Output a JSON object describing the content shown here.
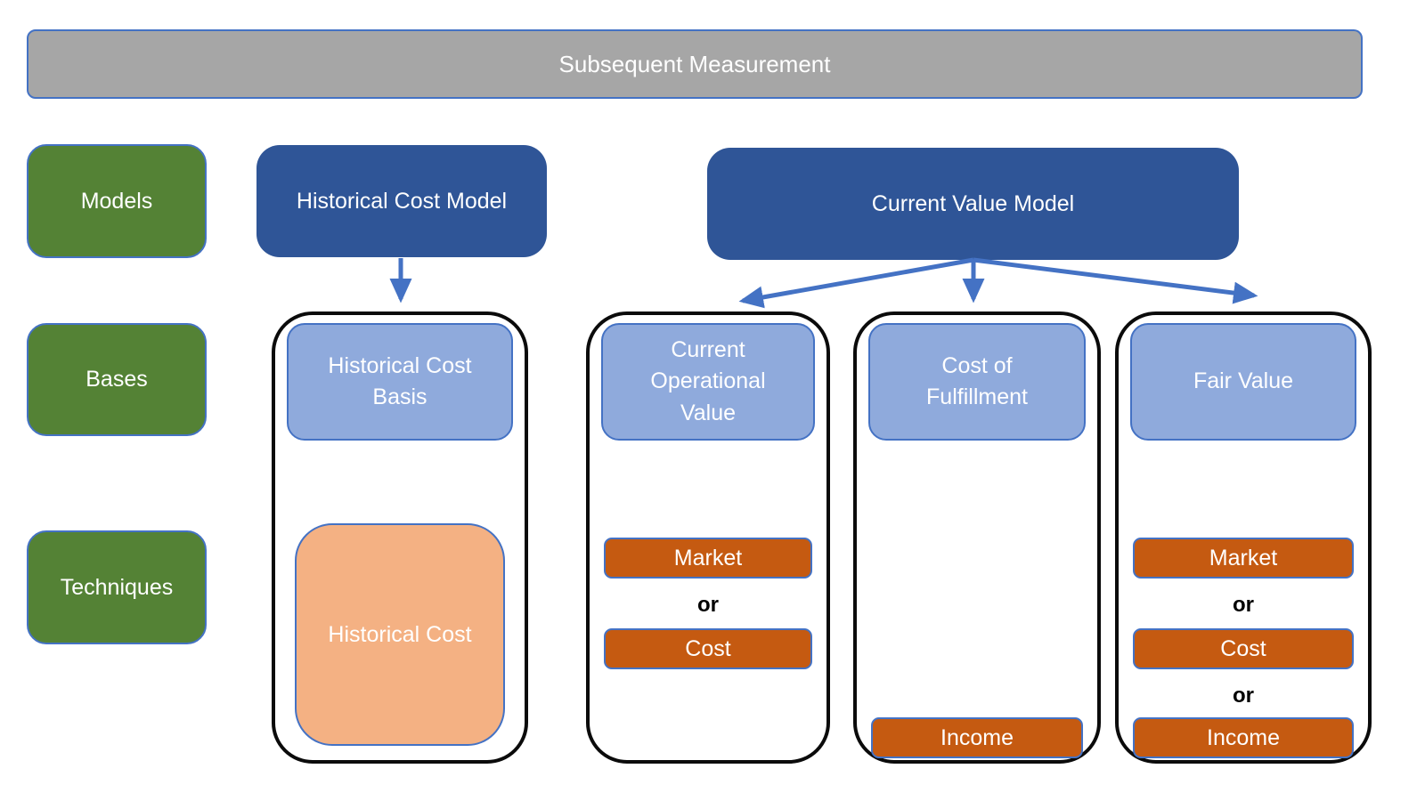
{
  "title_bar": {
    "label": "Subsequent Measurement"
  },
  "row_labels": {
    "models": "Models",
    "bases": "Bases",
    "techniques": "Techniques"
  },
  "models": {
    "historical": {
      "label": "Historical Cost Model"
    },
    "current": {
      "label": "Current Value Model"
    }
  },
  "columns": [
    {
      "basis": "Historical Cost Basis",
      "items": [
        "Historical Cost"
      ]
    },
    {
      "basis": "Current Operational Value",
      "items": [
        "Market",
        "or",
        "Cost"
      ]
    },
    {
      "basis": "Cost of Fulfillment",
      "items": [
        "Income"
      ]
    },
    {
      "basis": "Fair Value",
      "items": [
        "Market",
        "or",
        "Cost",
        "or",
        "Income"
      ]
    }
  ],
  "connectors": [
    {
      "from": "Historical Cost Model",
      "to": "Historical Cost Basis"
    },
    {
      "from": "Current Value Model",
      "to": "Current Operational Value"
    },
    {
      "from": "Current Value Model",
      "to": "Cost of Fulfillment"
    },
    {
      "from": "Current Value Model",
      "to": "Fair Value"
    }
  ],
  "colors": {
    "title_gray": "#A6A6A6",
    "row_green": "#548235",
    "model_dark_blue": "#2F5597",
    "basis_light_blue": "#8FAADC",
    "technique_peach": "#F4B183",
    "technique_orange": "#C55A11",
    "arrow_blue": "#4472C4",
    "container_border": "#0B0B0B",
    "text_white": "#FFFFFF",
    "or_text_black": "#000000"
  }
}
